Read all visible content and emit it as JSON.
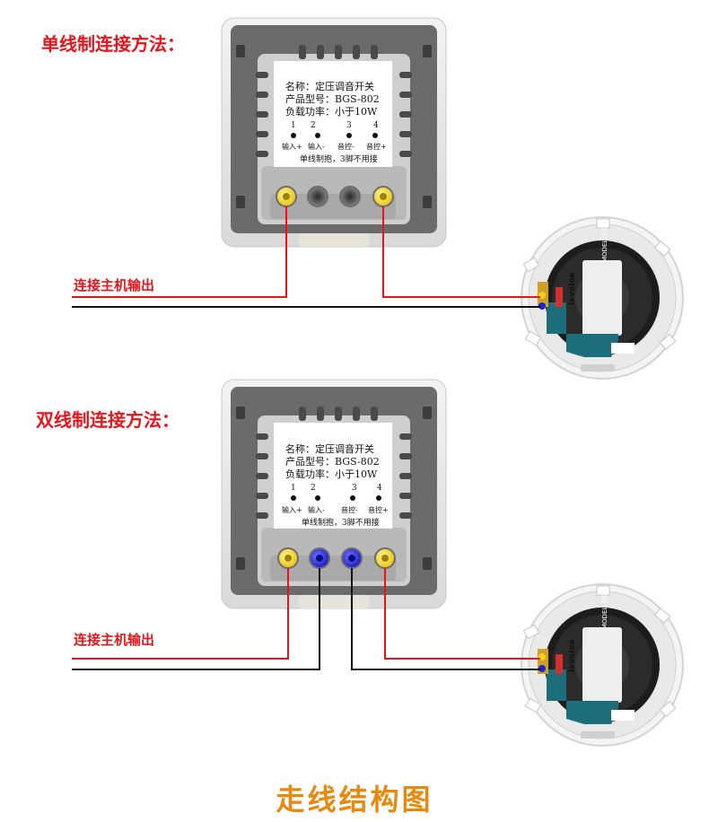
{
  "section1": {
    "title": "单线制连接方法：",
    "wire_label": "连接主机输出"
  },
  "section2": {
    "title": "双线制连接方法：",
    "wire_label": "连接主机输出"
  },
  "module": {
    "name": "名称：定压调音开关",
    "model": "产品型号：BGS-802",
    "power": "负载功率：小于10W",
    "terminals": [
      "1",
      "2",
      "3",
      "4"
    ],
    "terminal_labels": [
      "输入+",
      "输入-",
      "音控-",
      "音控+"
    ],
    "note": "单线制抱，3脚不用接"
  },
  "speaker": {
    "brand": "levoloe",
    "model": "MODEL: CS90"
  },
  "footer": "走线结构图",
  "colors": {
    "red_wire": "#e8141a",
    "black_wire": "#111111",
    "yellow_terminal": "#f2d21a",
    "blue_terminal": "#1f22d8",
    "footer": "#e8890f"
  }
}
